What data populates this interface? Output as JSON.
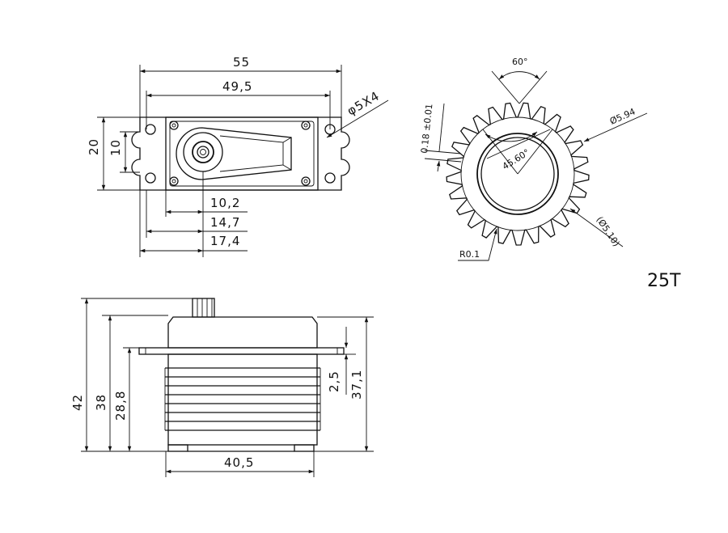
{
  "top_view": {
    "width_total": "55",
    "width_mount": "49,5",
    "hole_spec": "φ5X4",
    "height_total": "20",
    "height_slot": "10",
    "offset_1": "10,2",
    "offset_2": "14,7",
    "offset_3": "17,4"
  },
  "gear_view": {
    "angle_top": "60°",
    "outer_diameter": "Ø5.94",
    "tolerance": "0.18 ±0.01",
    "inner_angle": "45.60°",
    "root_diameter": "(Ø5.10)",
    "radius": "R0.1",
    "teeth_label": "25T"
  },
  "side_view": {
    "height_42": "42",
    "height_38": "38",
    "height_28": "28,8",
    "width_bottom": "40,5",
    "flange_thickness": "2,5",
    "right_height": "37,1"
  }
}
